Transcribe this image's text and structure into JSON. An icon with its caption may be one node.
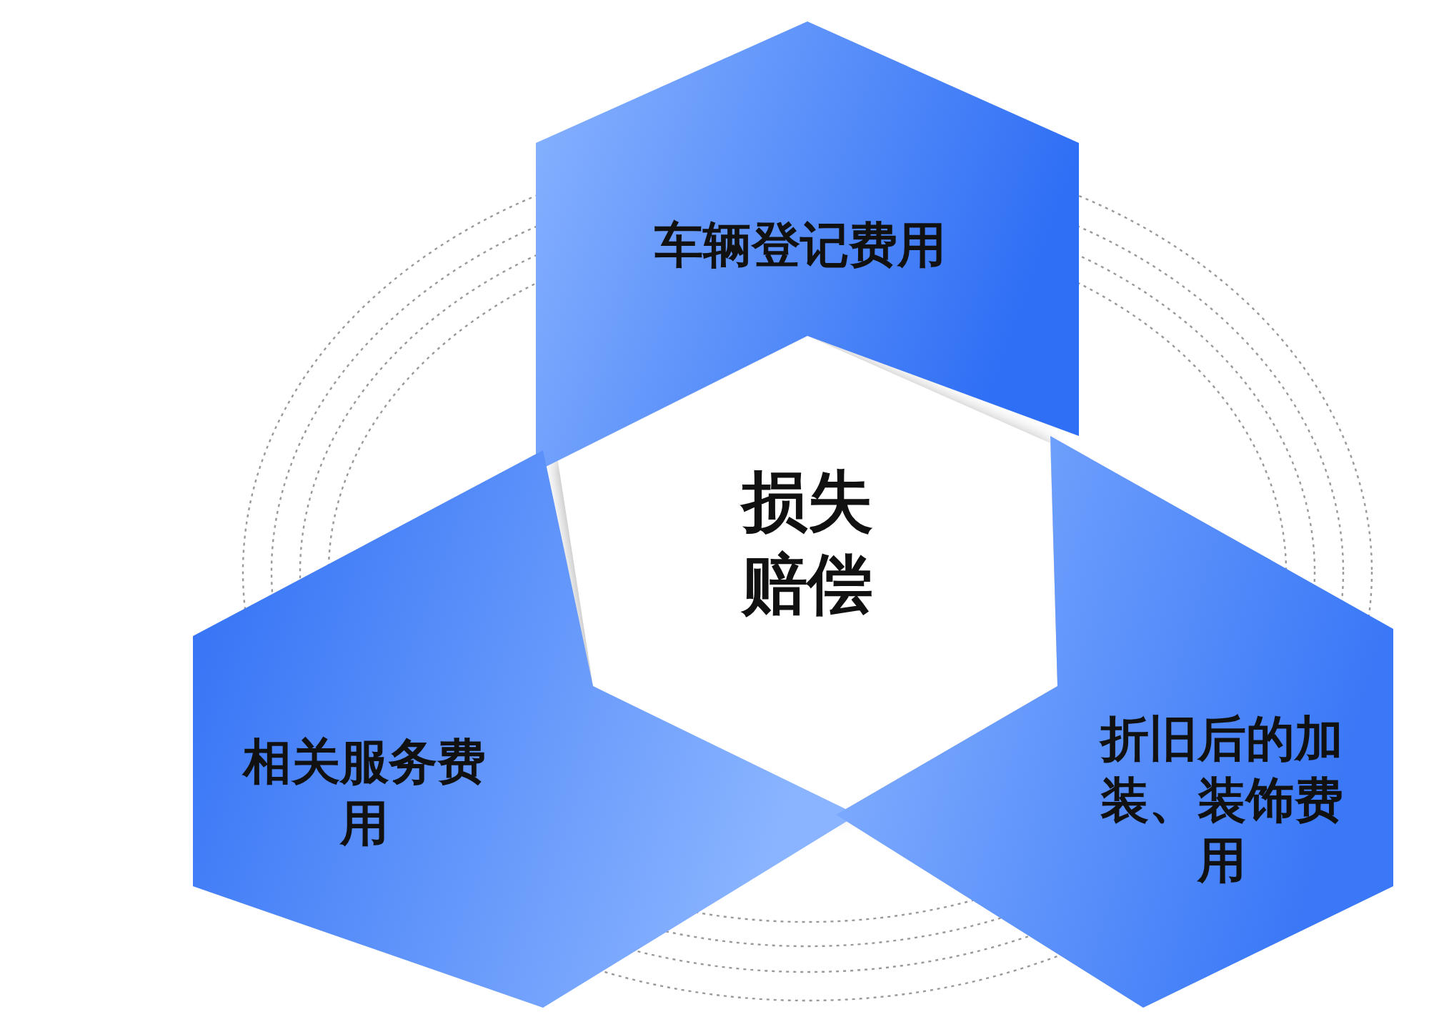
{
  "diagram": {
    "nodes": [
      {
        "text": [
          "车辆登记费用"
        ]
      },
      {
        "text": [
          "损失赔偿"
        ]
      },
      {
        "text": [
          "相关服务费用"
        ]
      },
      {
        "text": [
          "折旧后的加装、装饰费用"
        ]
      }
    ]
  }
}
